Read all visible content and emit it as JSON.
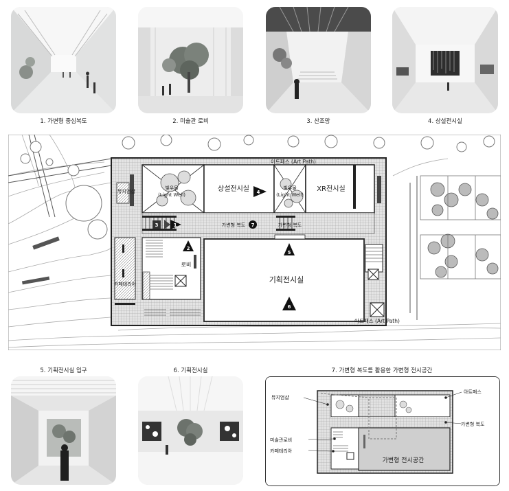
{
  "photos": [
    {
      "caption": "1. 가변형 중심복도"
    },
    {
      "caption": "2. 미술관 로비"
    },
    {
      "caption": "3. 산조망"
    },
    {
      "caption": "4. 상설전시실"
    },
    {
      "caption": "5. 기획전시실 입구"
    },
    {
      "caption": "6. 기획전시실"
    }
  ],
  "plan": {
    "art_path_top": "아트패스 (Art Path)",
    "art_path_bottom": "아트패스 (Art Path)",
    "permanent_gallery": "상설전시실",
    "xr_gallery": "XR전시실",
    "light_well_1": "빛우물",
    "light_well_1_en": "(Light Well)",
    "light_well_2": "빛우물",
    "light_well_2_en": "(Light Well)",
    "corridor": "가변형 복도",
    "corridor_2": "가변형 복도",
    "lobby": "로비",
    "special_gallery": "기획전시실",
    "museum_shop": "뮤지엄샵",
    "cafeteria": "카페테리아",
    "markers": [
      "1",
      "2",
      "3",
      "4",
      "5",
      "6",
      "7"
    ]
  },
  "mini_plan": {
    "title": "7. 가변형 복도를 활용한 가변형 전시공간",
    "museum_shop": "뮤지엄샵",
    "art_path": "아트패스",
    "flexible_corridor": "가변형 복도",
    "museum_lobby": "미술관로비",
    "cafeteria": "카페테리아",
    "flexible_space": "가변형 전시공간"
  }
}
